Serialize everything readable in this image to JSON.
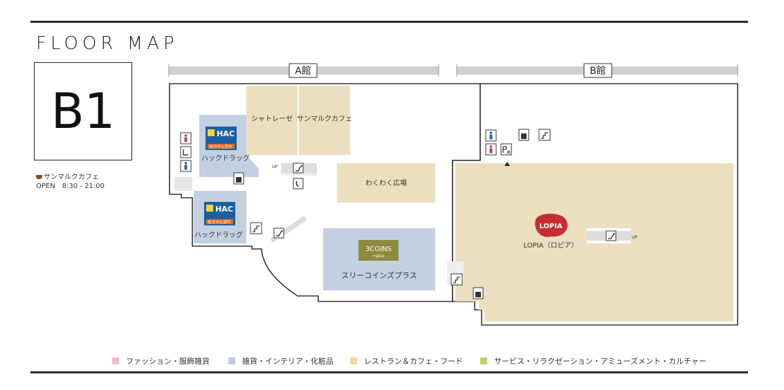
{
  "title": "FLOOR MAP",
  "floor": "B1",
  "cafe_info": {
    "name": "サンマルクカフェ",
    "hours": "OPEN　8:30 - 21:00"
  },
  "buildings": {
    "a": "A館",
    "b": "B館"
  },
  "colors": {
    "fashion": "#f1b8c6",
    "goods": "#b9cbe0",
    "food": "#f0d99a",
    "service": "#b9d46a",
    "food_area": "#ecdfbf",
    "goods_area": "#c3d0e2",
    "wall": "#333333",
    "banner": "#d0d0d0",
    "threecoins": "#8e8a3e",
    "lopia": "#c42e32",
    "hac": "#1b5fa3"
  },
  "stores": {
    "chateraise": "シャトレーゼ",
    "sanmaruku": "サンマルクカフェ",
    "wakuwaku": "わくわく広場",
    "hac1": "ハックドラッグ",
    "hac2": "ハックドラッグ",
    "hac_logo": "HAC",
    "hac_badge": "処方せん受付",
    "threecoins_logo": "3COINS",
    "threecoins_sub": "+plus",
    "threecoins_name": "スリーコインズプラス",
    "lopia_logo": "LOPIA",
    "lopia_name": "LOPIA（ロピア）"
  },
  "marks": {
    "up": "UP"
  },
  "legend": [
    {
      "label": "ファッション・服飾雑貨",
      "color": "#f1b8c6"
    },
    {
      "label": "雑貨・インテリア・化粧品",
      "color": "#b9cbe0"
    },
    {
      "label": "レストラン＆カフェ・フード",
      "color": "#f0d99a"
    },
    {
      "label": "サービス・リラクゼーション・アミューズメント・カルチャー",
      "color": "#b9d46a"
    }
  ],
  "icons": [
    "male-toilet-icon",
    "female-toilet-icon",
    "accessible-toilet-icon",
    "elevator-icon",
    "escalator-icon",
    "stairs-icon",
    "phone-icon",
    "parking-icon"
  ]
}
